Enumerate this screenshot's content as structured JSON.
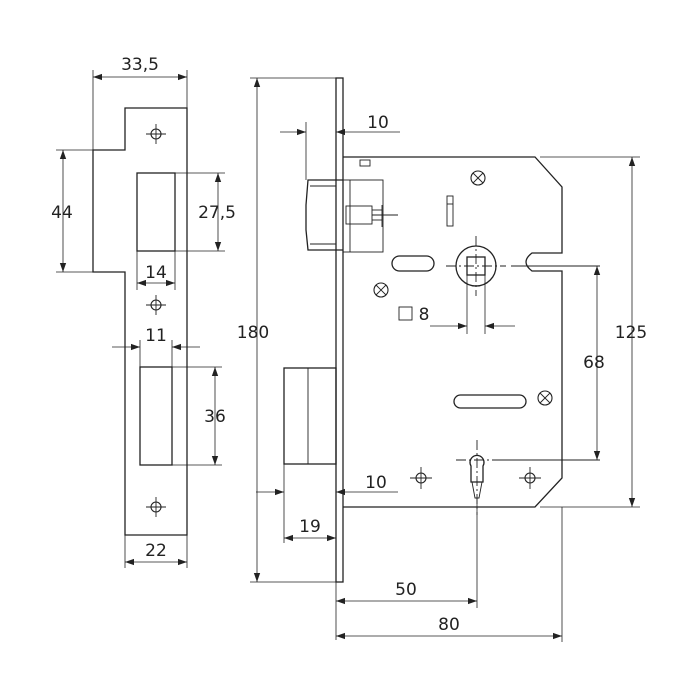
{
  "dimensions": {
    "faceplate_width": "33,5",
    "faceplate_tab_height": "44",
    "latch_opening_height": "27,5",
    "latch_opening_width": "14",
    "bolt_opening_width": "11",
    "bolt_opening_height": "36",
    "plate_bottom_width": "22",
    "forend_length": "180",
    "latch_projection": "10",
    "spindle_square": "8",
    "case_height": "125",
    "centre_distance": "68",
    "bolt_projection": "10",
    "bolt_throw_width": "19",
    "backset": "50",
    "case_depth": "80"
  }
}
